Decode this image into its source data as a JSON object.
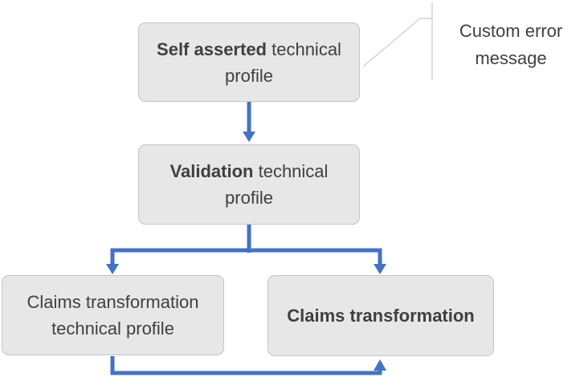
{
  "colors": {
    "accent_blue": "#4472C4",
    "box_fill": "#E8E7E7",
    "box_border": "#C6C4C4",
    "text_color": "#3F3F3F",
    "callout_line": "#D2D0D0"
  },
  "diagram": {
    "boxes": [
      {
        "name": "self-asserted-technical-profile",
        "bold": "Self asserted",
        "regular": " technical profile"
      },
      {
        "name": "validation-technical-profile",
        "bold": "Validation",
        "regular": " technical profile"
      },
      {
        "name": "claims-transformation-technical-profile",
        "bold": "",
        "regular": "Claims transformation technical profile"
      },
      {
        "name": "claims-transformation",
        "bold": "Claims transformation",
        "regular": ""
      }
    ],
    "callout": {
      "label": "Custom error message"
    }
  }
}
